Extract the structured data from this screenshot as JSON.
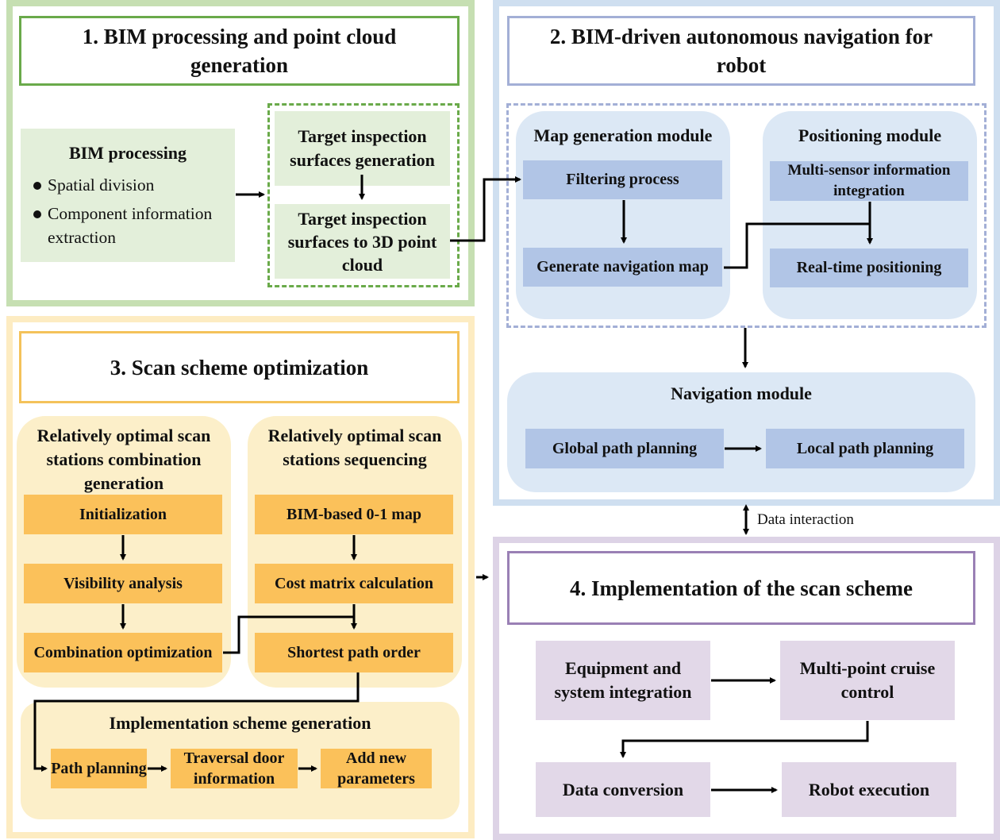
{
  "colors": {
    "green_frame": "#c6dfb2",
    "green_title_border": "#6aaa4a",
    "green_fill": "#e3efda",
    "green_dash": "#6aaa4a",
    "blue_frame": "#cfdff0",
    "blue_title_border": "#a3afd6",
    "blue_group": "#dce8f5",
    "blue_box": "#b1c5e6",
    "blue_dash": "#a3afd6",
    "yellow_frame": "#fdecc2",
    "yellow_title_border": "#f4c25a",
    "yellow_group": "#fcefc9",
    "yellow_box": "#fbc15a",
    "purple_frame": "#ddd3e6",
    "purple_title_border": "#9a80b5",
    "purple_box": "#e2d8e8",
    "arrow": "#000000"
  },
  "panel1": {
    "title": "1. BIM processing and point cloud generation",
    "bim_processing": {
      "title": "BIM processing",
      "items": [
        "Spatial division",
        "Component information extraction"
      ]
    },
    "target_generation": "Target inspection surfaces generation",
    "target_to_cloud": "Target inspection surfaces to 3D point cloud"
  },
  "panel2": {
    "title": "2. BIM-driven autonomous navigation for robot",
    "map_module": {
      "title": "Map generation module",
      "filtering": "Filtering process",
      "generate_map": "Generate navigation map"
    },
    "positioning_module": {
      "title": "Positioning module",
      "multi_sensor": "Multi-sensor information integration",
      "realtime": "Real-time positioning"
    },
    "navigation_module": {
      "title": "Navigation module",
      "global": "Global path planning",
      "local": "Local path planning"
    }
  },
  "data_interaction": "Data interaction",
  "panel3": {
    "title": "3. Scan scheme optimization",
    "combination": {
      "title": "Relatively optimal scan stations combination generation",
      "steps": [
        "Initialization",
        "Visibility analysis",
        "Combination optimization"
      ]
    },
    "sequencing": {
      "title": "Relatively optimal scan stations sequencing",
      "steps": [
        "BIM-based 0-1 map",
        "Cost matrix calculation",
        "Shortest path order"
      ]
    },
    "implementation": {
      "title": "Implementation scheme generation",
      "steps": [
        "Path planning",
        "Traversal door information",
        "Add new parameters"
      ]
    }
  },
  "panel4": {
    "title": "4. Implementation of the scan scheme",
    "equipment": "Equipment and system integration",
    "cruise": "Multi-point cruise control",
    "data_conversion": "Data conversion",
    "robot_execution": "Robot execution"
  }
}
